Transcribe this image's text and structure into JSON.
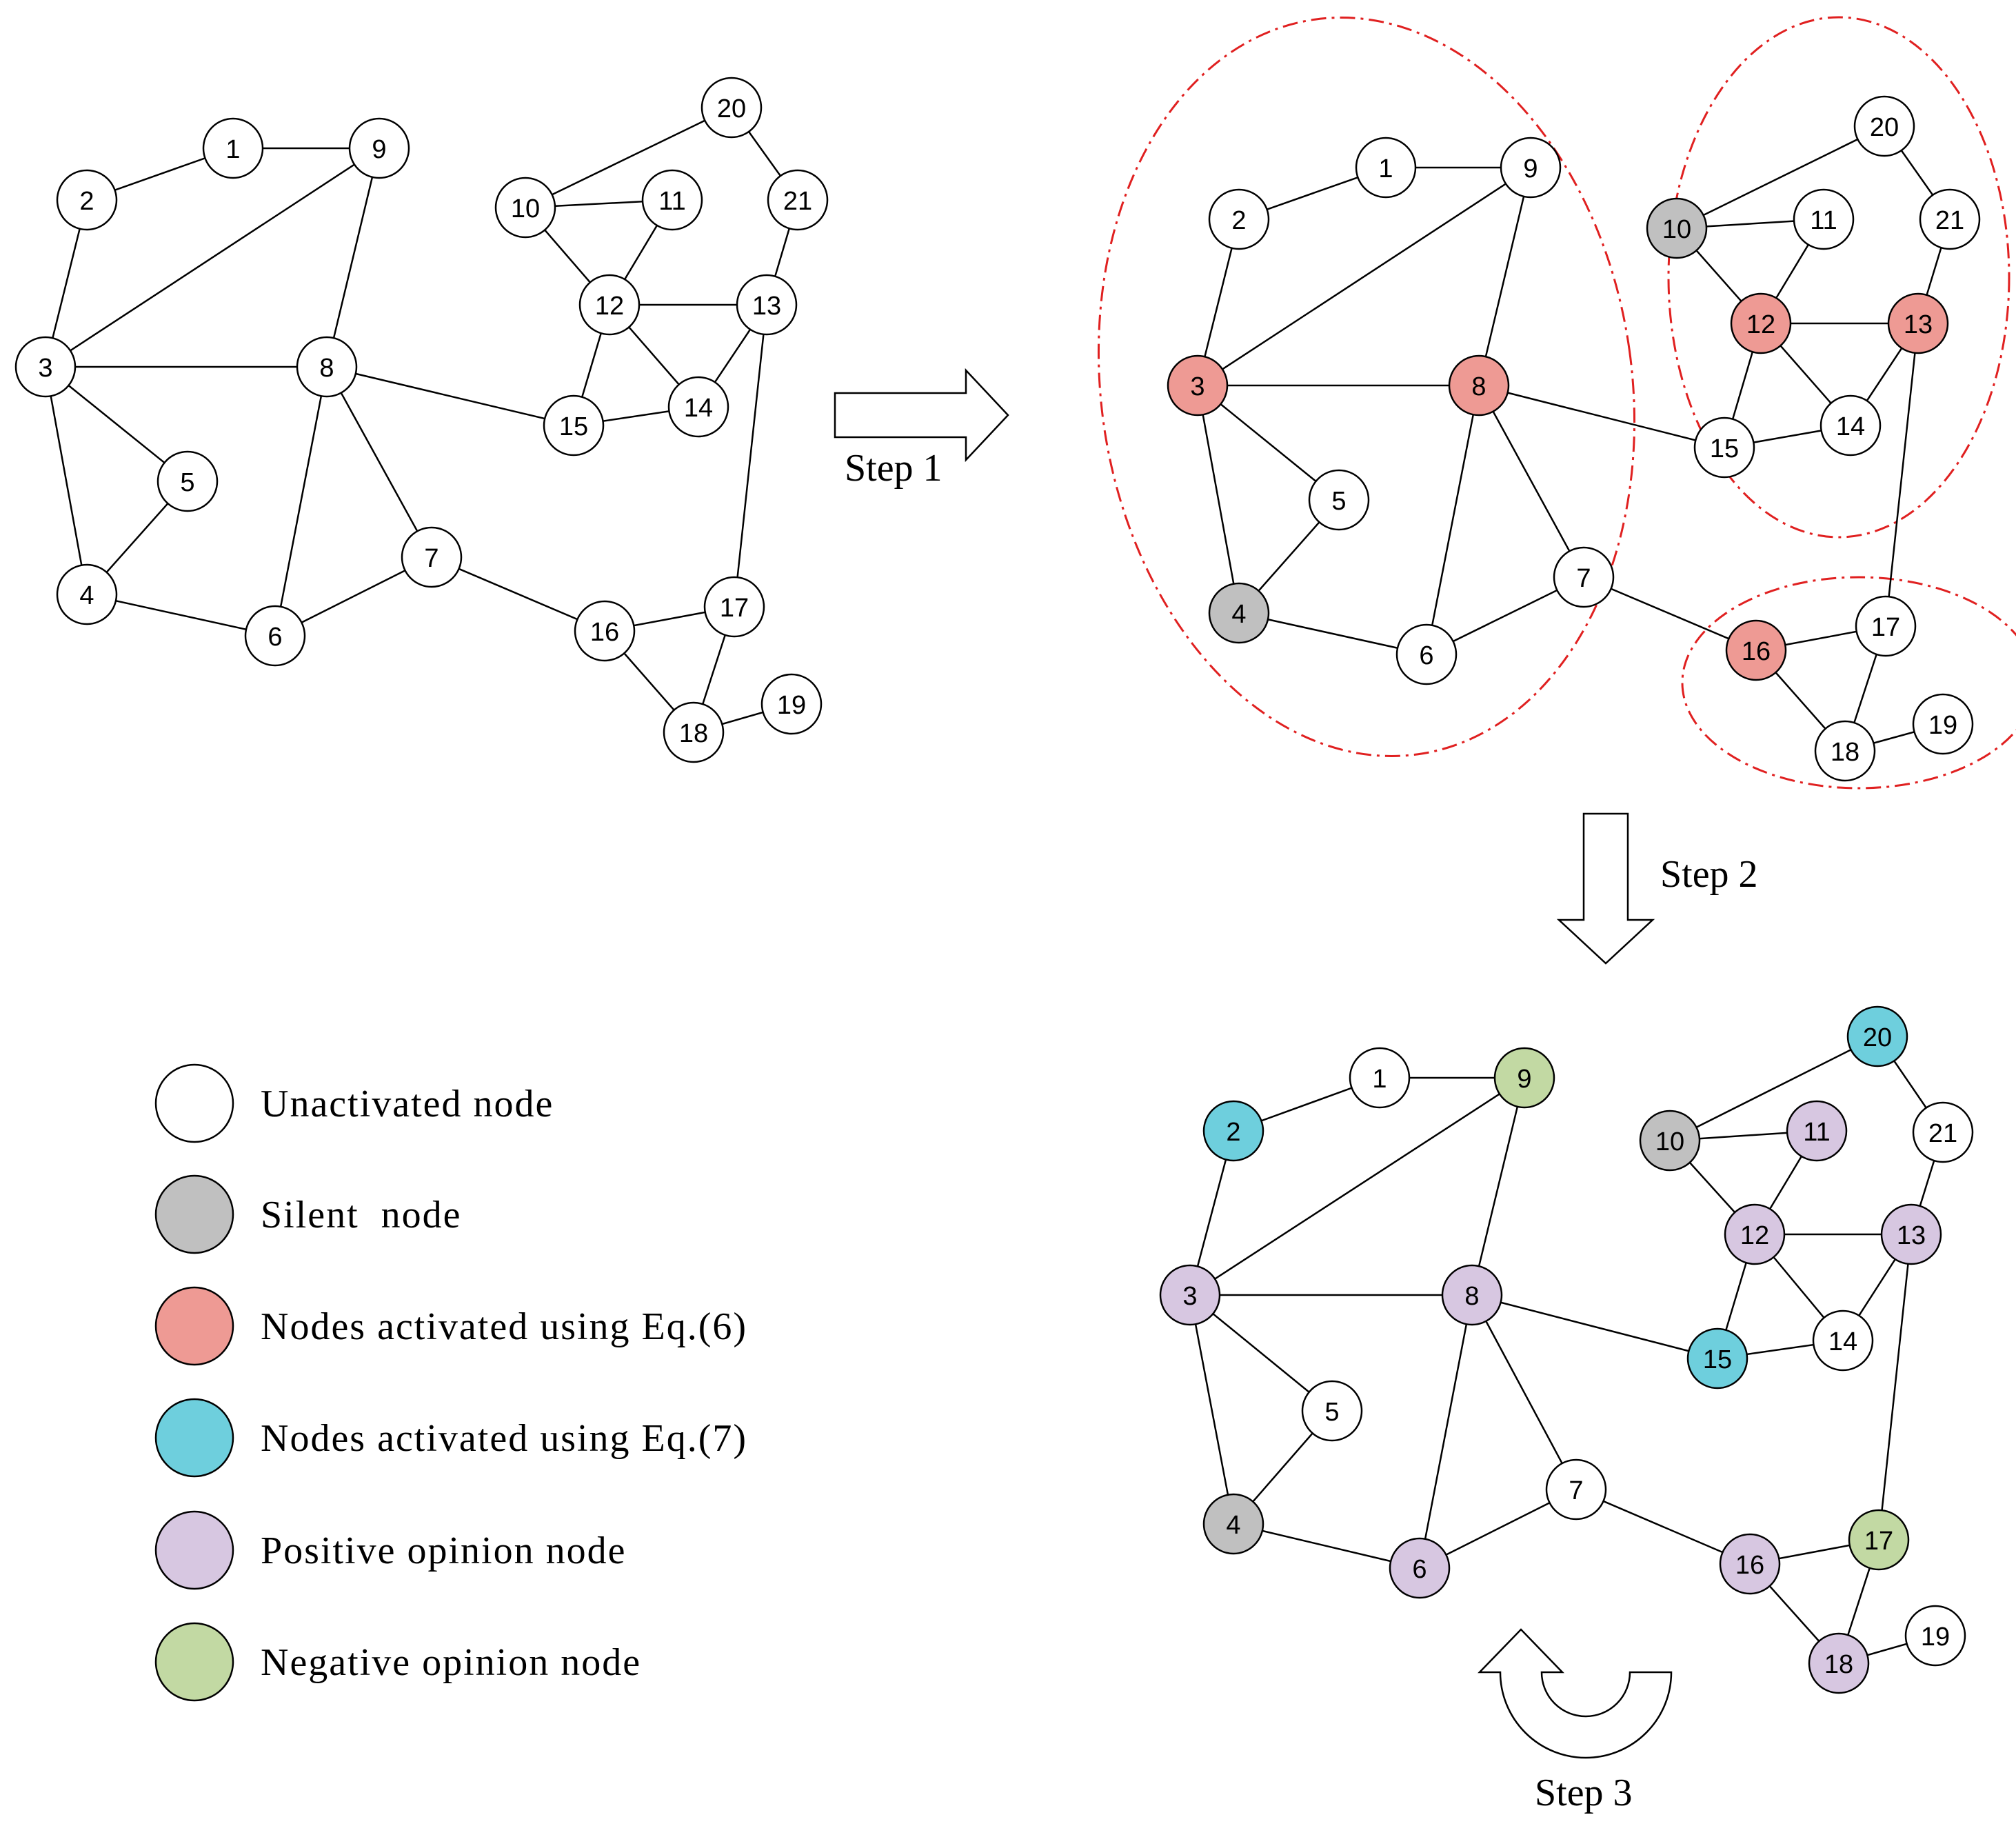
{
  "colors": {
    "unactivated": "#ffffff",
    "silent": "#c0c0c0",
    "eq6": "#ee9a94",
    "eq7": "#6ecfdd",
    "positive": "#d7c7e1",
    "negative": "#c2d9a3",
    "community_outline": "#e02020"
  },
  "steps": {
    "step1": "Step 1",
    "step2": "Step 2",
    "step3": "Step 3"
  },
  "legend": [
    {
      "state": "unactivated",
      "label": "Unactivated node"
    },
    {
      "state": "silent",
      "label": "Silent  node"
    },
    {
      "state": "eq6",
      "label": "Nodes activated using Eq.(6)"
    },
    {
      "state": "eq7",
      "label": "Nodes activated using Eq.(7)"
    },
    {
      "state": "positive",
      "label": "Positive opinion node"
    },
    {
      "state": "negative",
      "label": "Negative opinion node"
    }
  ],
  "graph": {
    "nodes": [
      "1",
      "2",
      "3",
      "4",
      "5",
      "6",
      "7",
      "8",
      "9",
      "10",
      "11",
      "12",
      "13",
      "14",
      "15",
      "16",
      "17",
      "18",
      "19",
      "20",
      "21"
    ],
    "edges": [
      [
        "1",
        "2"
      ],
      [
        "1",
        "9"
      ],
      [
        "2",
        "3"
      ],
      [
        "3",
        "9"
      ],
      [
        "3",
        "8"
      ],
      [
        "3",
        "5"
      ],
      [
        "3",
        "4"
      ],
      [
        "4",
        "5"
      ],
      [
        "4",
        "6"
      ],
      [
        "8",
        "9"
      ],
      [
        "8",
        "6"
      ],
      [
        "8",
        "7"
      ],
      [
        "8",
        "15"
      ],
      [
        "6",
        "7"
      ],
      [
        "7",
        "16"
      ],
      [
        "16",
        "17"
      ],
      [
        "16",
        "18"
      ],
      [
        "17",
        "18"
      ],
      [
        "18",
        "19"
      ],
      [
        "17",
        "13"
      ],
      [
        "10",
        "20"
      ],
      [
        "10",
        "11"
      ],
      [
        "10",
        "12"
      ],
      [
        "11",
        "12"
      ],
      [
        "20",
        "21"
      ],
      [
        "21",
        "13"
      ],
      [
        "12",
        "13"
      ],
      [
        "12",
        "15"
      ],
      [
        "12",
        "14"
      ],
      [
        "13",
        "14"
      ],
      [
        "14",
        "15"
      ]
    ]
  },
  "panels": {
    "initial": {
      "states": {}
    },
    "step1": {
      "states": {
        "3": "eq6",
        "8": "eq6",
        "4": "silent",
        "10": "silent",
        "12": "eq6",
        "13": "eq6",
        "16": "eq6"
      }
    },
    "step2": {
      "states": {
        "2": "eq7",
        "9": "negative",
        "3": "positive",
        "8": "positive",
        "4": "silent",
        "6": "positive",
        "10": "silent",
        "11": "positive",
        "12": "positive",
        "13": "positive",
        "15": "eq7",
        "16": "positive",
        "17": "negative",
        "18": "positive",
        "20": "eq7"
      }
    }
  }
}
